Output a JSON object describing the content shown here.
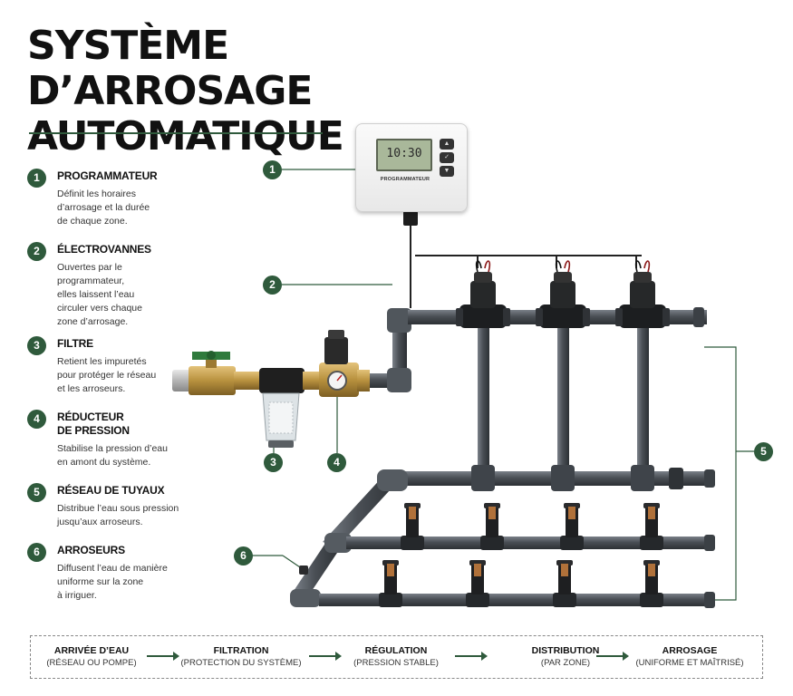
{
  "title": {
    "line1": "SYSTÈME D’ARROSAGE",
    "line2": "AUTOMATIQUE"
  },
  "legend": [
    {
      "num": "1",
      "title": "PROGRAMMATEUR",
      "title2": "",
      "desc": [
        "Définit les horaires",
        "d’arrosage et la durée",
        "de chaque zone."
      ]
    },
    {
      "num": "2",
      "title": "ÉLECTROVANNES",
      "title2": "",
      "desc": [
        "Ouvertes par le",
        "programmateur,",
        "elles laissent l’eau",
        "circuler vers chaque",
        "zone d’arrosage."
      ]
    },
    {
      "num": "3",
      "title": "FILTRE",
      "title2": "",
      "desc": [
        "Retient les impuretés",
        "pour protéger le réseau",
        "et les arroseurs."
      ]
    },
    {
      "num": "4",
      "title": "RÉDUCTEUR",
      "title2": "DE PRESSION",
      "desc": [
        "Stabilise la pression d’eau",
        "en amont du système."
      ]
    },
    {
      "num": "5",
      "title": "RÉSEAU DE TUYAUX",
      "title2": "",
      "desc": [
        "Distribue l’eau sous pression",
        "jusqu’aux arroseurs."
      ]
    },
    {
      "num": "6",
      "title": "ARROSEURS",
      "title2": "",
      "desc": [
        "Diffusent l’eau de manière",
        "uniforme sur la zone",
        "à irriguer."
      ]
    }
  ],
  "callouts": [
    "1",
    "2",
    "3",
    "4",
    "5",
    "6"
  ],
  "controller": {
    "time": "10:30",
    "label": "PROGRAMMATEUR",
    "buttons": [
      "▲",
      "✓",
      "▼"
    ]
  },
  "flow": [
    {
      "main": "ARRIVÉE D’EAU",
      "sub": "(RÉSEAU OU POMPE)"
    },
    {
      "main": "FILTRATION",
      "sub": "(PROTECTION DU SYSTÈME)"
    },
    {
      "main": "RÉGULATION",
      "sub": "(PRESSION STABLE)"
    },
    {
      "main": "DISTRIBUTION",
      "sub": "(PAR ZONE)"
    },
    {
      "main": "ARROSAGE",
      "sub": "(UNIFORME ET MAÎTRISÉ)"
    }
  ],
  "colors": {
    "accent": "#2f5a3c",
    "pipe": "#4a4f55",
    "brass": "#b8913e",
    "valve_handle": "#2f7a3c"
  }
}
